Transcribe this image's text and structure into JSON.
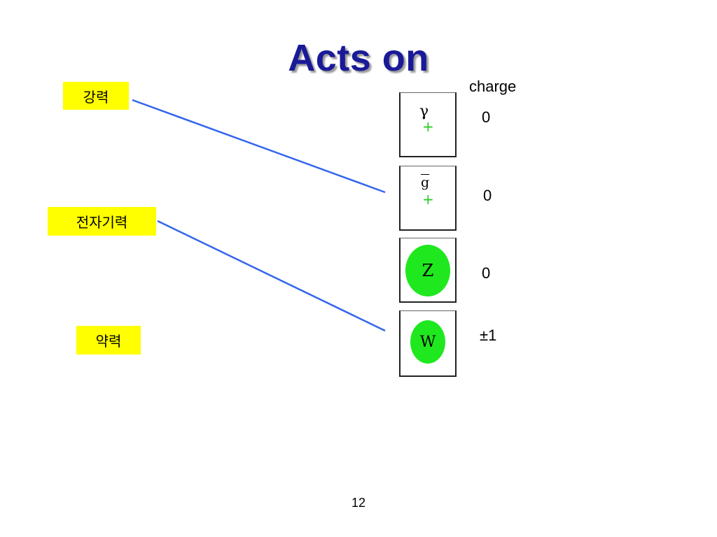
{
  "slide": {
    "title": "Acts on",
    "page_number": "12"
  },
  "charge_header": "charge",
  "forces": [
    {
      "label": "강력"
    },
    {
      "label": "전자기력"
    },
    {
      "label": "약력"
    }
  ],
  "particles": [
    {
      "symbol": "γ",
      "charge": "0"
    },
    {
      "symbol": "g",
      "charge": "0"
    },
    {
      "symbol": "Z",
      "charge": "0"
    },
    {
      "symbol": "W",
      "charge": "±1"
    }
  ],
  "colors": {
    "title": "#1a1a99",
    "label_bg": "#ffff00",
    "connector": "#3366ee",
    "boson_fill": "#1fe81f",
    "plus_mark": "#22cc22"
  }
}
